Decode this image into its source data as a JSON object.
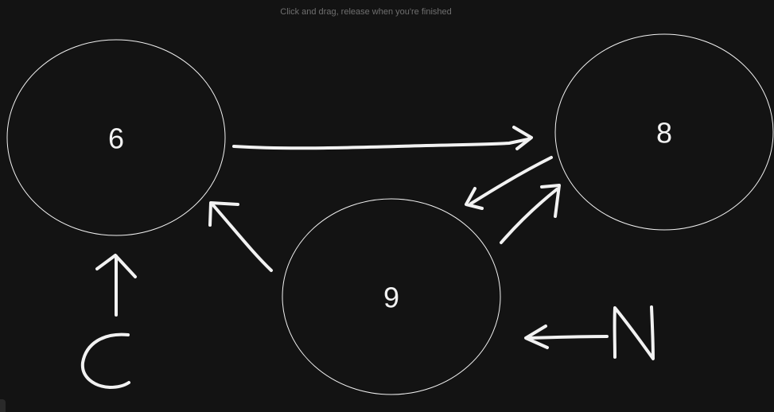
{
  "hint": "Click and drag, release when you're finished",
  "nodes": {
    "six": {
      "label": "6"
    },
    "eight": {
      "label": "8"
    },
    "nine": {
      "label": "9"
    }
  },
  "sketch_letters": [
    "C",
    "N"
  ],
  "colors": {
    "background": "#131313",
    "ink": "#f2f2f2",
    "hint": "#6f6f6f"
  }
}
